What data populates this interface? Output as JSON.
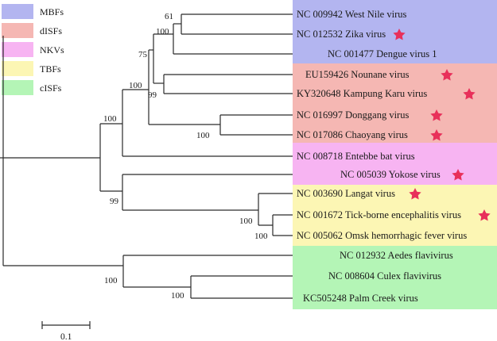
{
  "legend": [
    {
      "label": "MBFs",
      "color": "#b3b5f0"
    },
    {
      "label": "dISFs",
      "color": "#f5b7b3"
    },
    {
      "label": "NKVs",
      "color": "#f7b4f2"
    },
    {
      "label": "TBFs",
      "color": "#fcf6b4"
    },
    {
      "label": "cISFs",
      "color": "#b4f5b6"
    }
  ],
  "taxa": [
    {
      "label": "NC 009942 West Nile virus",
      "group": "MBFs",
      "star": false
    },
    {
      "label": "NC 012532 Zika virus",
      "group": "MBFs",
      "star": true
    },
    {
      "label": "NC 001477 Dengue virus 1",
      "group": "MBFs",
      "star": false
    },
    {
      "label": "EU159426 Nounane virus",
      "group": "dISFs",
      "star": true
    },
    {
      "label": "KY320648 Kampung Karu virus",
      "group": "dISFs",
      "star": true
    },
    {
      "label": "NC 016997 Donggang virus",
      "group": "dISFs",
      "star": true
    },
    {
      "label": "NC 017086 Chaoyang virus",
      "group": "dISFs",
      "star": true
    },
    {
      "label": "NC 008718 Entebbe bat virus",
      "group": "NKVs",
      "star": false
    },
    {
      "label": "NC 005039 Yokose virus",
      "group": "NKVs",
      "star": true
    },
    {
      "label": "NC 003690 Langat virus",
      "group": "TBFs",
      "star": true
    },
    {
      "label": "NC 001672 Tick-borne encephalitis virus",
      "group": "TBFs",
      "star": true
    },
    {
      "label": "NC 005062 Omsk hemorrhagic fever virus",
      "group": "TBFs",
      "star": false
    },
    {
      "label": "NC 012932 Aedes flavivirus",
      "group": "cISFs",
      "star": false
    },
    {
      "label": "NC 008604 Culex flavivirus",
      "group": "cISFs",
      "star": false
    },
    {
      "label": "KC505248 Palm Creek virus",
      "group": "cISFs",
      "star": false
    }
  ],
  "bootstrap": [
    "61",
    "100",
    "75",
    "100",
    "99",
    "100",
    "100",
    "99",
    "100",
    "100",
    "100",
    "100"
  ],
  "scale_bar": {
    "label": "0.1"
  },
  "star_color": "#e8305a",
  "icons": {
    "highlight_marker": "star-icon"
  }
}
